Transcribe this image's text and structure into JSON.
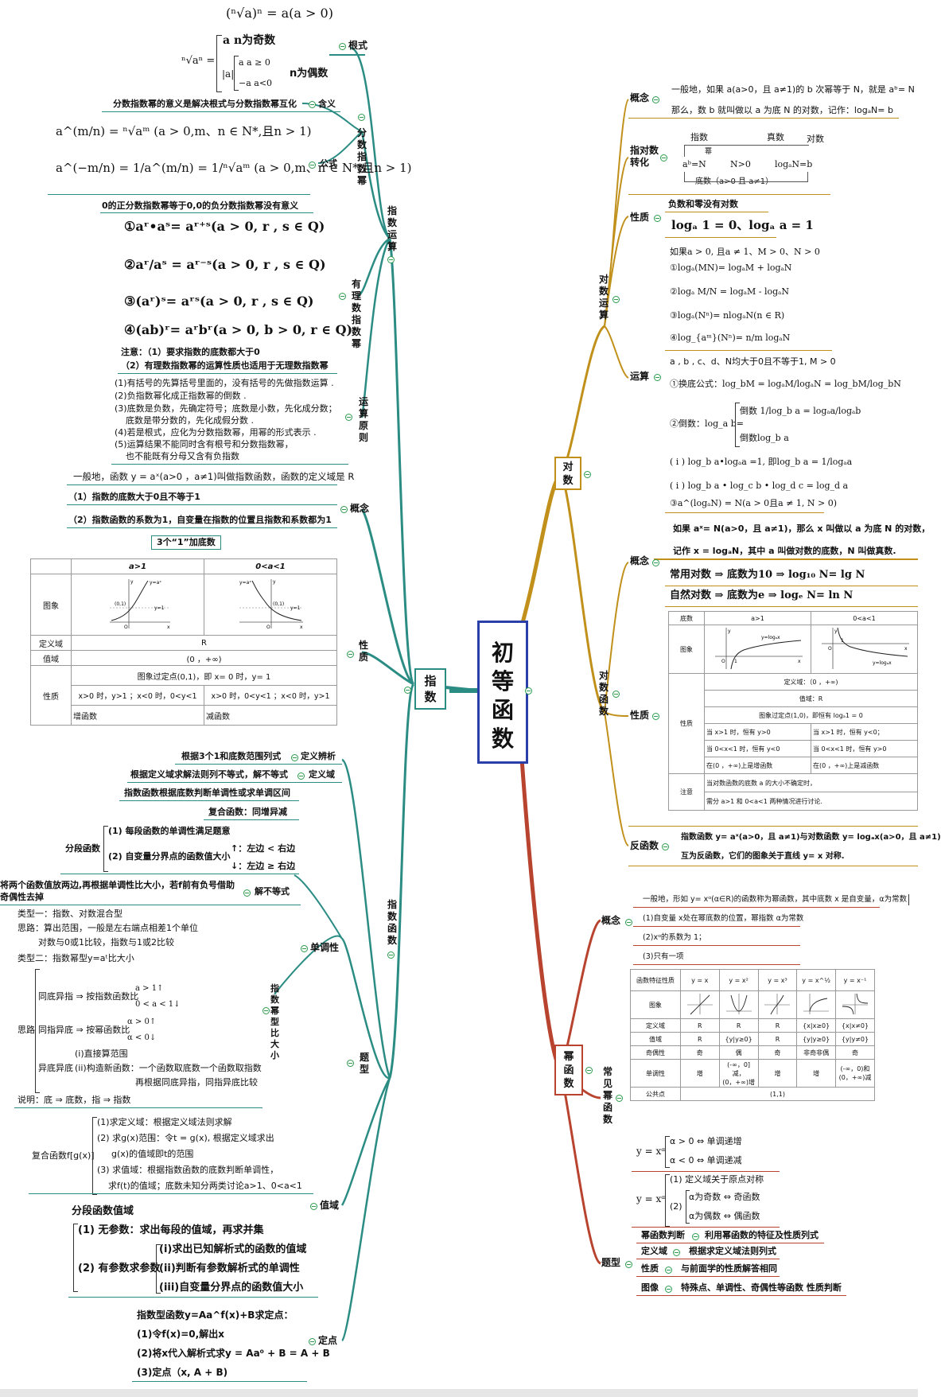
{
  "root": {
    "title": "初等函数"
  },
  "branches": {
    "zhishu": "指数",
    "duishu": "对数",
    "mihanshu": "幂函数"
  },
  "colors": {
    "teal": "#2b8c83",
    "gold": "#c0901a",
    "red": "#b8432e",
    "root_border": "#2b3fa8",
    "dot": "#2e9b4e"
  },
  "zhishu_yunsuan": {
    "label": "指数运算",
    "genshi": {
      "label": "根式",
      "f1": "(ⁿ√a)ⁿ = a(a > 0)",
      "f2_left": "ⁿ√aⁿ =",
      "f2_a": "a   n为奇数",
      "f2_b1": "a   a ≥ 0",
      "f2_b2": "−a   a<0",
      "f2_abs": "|a|",
      "f2_even": "n为偶数"
    },
    "fenshu": {
      "label": "分数指数幂",
      "hanyi_label": "含义",
      "hanyi": "分数指数幂的意义是解决根式与分数指数幂互化",
      "gongshi_label": "公式",
      "g1": "a^(m/n) = ⁿ√aᵐ (a > 0,m、n ∈ N*,且n > 1)",
      "g2": "a^(−m/n) = 1/a^(m/n) = 1/ⁿ√aᵐ (a > 0,m、n ∈ N*,且n > 1)",
      "note": "0的正分数指数幂等于0,0的负分数指数幂没有意义"
    },
    "youli": {
      "label": "有理数指数幂",
      "r1": "①aʳ•aˢ= aʳ⁺ˢ(a > 0, r , s ∈ Q)",
      "r2": "②aʳ/aˢ = aʳ⁻ˢ(a > 0, r , s ∈ Q)",
      "r3": "③(aʳ)ˢ= aʳˢ(a > 0, r , s ∈ Q)",
      "r4": "④(ab)ʳ= aʳbʳ(a > 0, b > 0, r ∈ Q)",
      "n1": "注意：（1）要求指数的底数都大于0",
      "n2": "（2）有理数指数幂的运算性质也适用于无理数指数幂"
    },
    "yuanze": {
      "label": "运算原则",
      "p1": "(1)有括号的先算括号里面的，没有括号的先做指数运算 .",
      "p2": "(2)负指数幂化成正指数幂的倒数 .",
      "p3": "(3)底数是负数，先确定符号；底数是小数，先化成分数；",
      "p3b": "底数是带分数的，先化成假分数 .",
      "p4": "(4)若是根式，应化为分数指数幂，用幂的形式表示 .",
      "p5": "(5)运算结果不能同时含有根号和分数指数幂，",
      "p5b": "也不能既有分母又含有负指数"
    }
  },
  "zhishu_hanshu": {
    "gainian": {
      "label": "概念",
      "c1": "一般地，函数 y = aˣ(a>0 ，a≠1)叫做指数函数，函数的定义域是 R",
      "c2": "（1）指数的底数大于0且不等于1",
      "c3": "（2）指数函数的系数为1，自变量在指数的位置且指数和系数都为1",
      "c4": "3个“1”加底数"
    },
    "xingzhi": {
      "label": "性质",
      "h1": "a>1",
      "h2": "0<a<1",
      "row_tu": "图象",
      "row_dy": "定义域",
      "row_zy": "值域",
      "row_xz": "性质",
      "dy": "R",
      "zy": "(0 ，+∞)",
      "xz1": "图象过定点(0,1)，即 x= 0 时，y= 1",
      "xz2a": "x>0 时，y>1 ；x<0 时，0<y<1",
      "xz2b": "x>0 时，0<y<1 ；x<0 时，y>1",
      "xz3a": "增函数",
      "xz3b": "减函数",
      "g_y": "y",
      "g_x": "x",
      "g_o": "O",
      "g_01": "(0,1)",
      "g_y1": "y=1",
      "g_yax": "y=aˣ",
      "g_1": "1"
    }
  },
  "zhishu_tixing": {
    "label_a": "指数函数",
    "label_b": "题型",
    "dingyi_bianxi": {
      "label": "定义辨析",
      "text": "根据3个1和底数范围列式"
    },
    "dingyiyu": {
      "label": "定义域",
      "text": "根据定义域求解法则列不等式，解不等式"
    },
    "dandiao": {
      "label": "单调性",
      "t1": "指数函数根据底数判断单调性或求单调区间",
      "t2": "复合函数：同增异减",
      "fd": "分段函数",
      "fd1": "(1) 每段函数的单调性满足题意",
      "fd2": "(2) 自变量分界点的函数值大小",
      "fd2a": "↑：左边 < 右边",
      "fd2b": "↓：左边 ≥ 右边",
      "bdx_label": "解不等式",
      "bdx1": "将两个函数值放两边,再根据单调性比大小，若f前有负号借助",
      "bdx2": "奇偶性去掉",
      "bj_label": "指数幂型比大小",
      "lx1": "类型一：指数、对数混合型",
      "sl1": "思路：算出范围，一般是左右端点相差1个单位",
      "sl1b": "对数与0或1比较，指数与1或2比较",
      "lx2": "类型二：指数幂型y=aᵗ比大小",
      "tdyz": "同底异指 ⇒ 按指数函数比",
      "tdyz_a": "a > 1↑",
      "tdyz_b": "0 < a < 1↓",
      "silu": "思路",
      "tzyd": "同指异底 ⇒ 按幂函数比",
      "tzyd_a": "α > 0↑",
      "tzyd_b": "α < 0↓",
      "ydyz": "异底异底",
      "ydyz1": "(i)直接算范围",
      "ydyz2": "(ii)构造新函数：一个函数取底数一个函数取指数",
      "ydyz3": "再根据同底异指，同指异底比较",
      "shuoming": "说明：底 ⇒ 底数，指 ⇒ 指数"
    },
    "zhiyu": {
      "label": "值域",
      "fh": "复合函数f[g(x)]",
      "fh1": "(1)求定义域：根据定义域法则求解",
      "fh2": "(2) 求g(x)范围：令t = g(x), 根据定义域求出",
      "fh2b": "g(x)的值域即t的范围",
      "fh3": "(3) 求值域：根据指数函数的底数判断单调性，",
      "fh3b": "求f(t)的值域；底数未知分两类讨论a>1、0<a<1",
      "fd": "分段函数值域",
      "fd1": "(1) 无参数：求出每段的值域，再求并集",
      "fd2": "(2) 有参数求参数",
      "fd2a": "(i)求出已知解析式的函数的值域",
      "fd2b": "(ii)判断有参数解析式的单调性",
      "fd2c": "(iii)自变量分界点的函数值大小"
    },
    "dingdian": {
      "label": "定点",
      "d0": "指数型函数y=Aa^f(x)+B求定点：",
      "d1": "(1)令f(x)=0,解出x",
      "d2": "(2)将x代入解析式求y = Aa⁰ + B = A + B",
      "d3": "(3)定点（x, A + B)"
    }
  },
  "duishu_yunsuan": {
    "label": "对数运算",
    "gainian": {
      "label": "概念",
      "c1": "一般地，如果 a(a>0，且 a≠1)的 b 次幂等于 N，就是 aᵇ= N",
      "c2": "那么，数 b 就叫做以 a 为底 N 的对数，记作：logₐN= b"
    },
    "zhuanhua": {
      "label": "指对数转化",
      "zs": "指数",
      "zs2": "真数",
      "ds": "对数",
      "mi": "幂",
      "e1": "aᵇ=N",
      "e2": "N>0",
      "e3": "logₐN=b",
      "ds2": "底数（a>0 且 a≠1）"
    },
    "xingzhi": {
      "label": "性质",
      "x1": "负数和零没有对数",
      "x2": "logₐ 1 = 0、logₐ a = 1"
    },
    "yunsuan": {
      "label": "运算",
      "y0": "如果a > 0, 且a ≠ 1、M > 0、N > 0",
      "y1": "①logₐ(MN)= logₐM + logₐN",
      "y2": "②logₐ M/N = logₐM - logₐN",
      "y3": "③logₐ(Nⁿ)= nlogₐN(n ∈ R)",
      "y4": "④log_{aᵐ}(Nⁿ)= n/m logₐN",
      "y5": "a , b , c、d、N均大于0且不等于1, M > 0",
      "y6": "①换底公式：log_bM = logₐM/logₐN = log_bM/log_bN",
      "y7a": "②倒数：log_a b=",
      "y7b": "倒数 1/log_b a = logₐa/logₐb",
      "y7c": "倒数log_b a",
      "y8": "( i ) log_b a•logₐa =1, 即log_b a = 1/logₐa",
      "y9": "( i ) log_b a • log_c b • log_d c = log_d a",
      "y10": "③a^(logₐN) = N(a > 0且a ≠ 1, N > 0)"
    }
  },
  "duishu_hanshu": {
    "label": "对数函数",
    "gainian": {
      "label": "概念",
      "c1": "如果 aˣ= N(a>0，且 a≠1)，那么 x 叫做以 a 为底 N 的对数，",
      "c2": "记作 x = logₐN，其中 a 叫做对数的底数，N 叫做真数.",
      "c3": "常用对数 ⇒ 底数为10 ⇒ log₁₀ N= lg N",
      "c4": "自然对数 ⇒ 底数为e ⇒ logₑ N= ln N"
    },
    "xingzhi": {
      "label": "性质",
      "h0": "底数",
      "h1": "a>1",
      "h2": "0<a<1",
      "tu": "图象",
      "r1": "定义域：（0 ，+∞)",
      "r2": "值域：R",
      "r3": "图象过定点(1,0)，即恒有 logₐ1 = 0",
      "xz": "性质",
      "a1": "当 x>1 时，恒有 y>0",
      "a2": "当 0<x<1 时，恒有 y<0",
      "a3": "在(0 ，+∞)上是增函数",
      "b1": "当 x>1 时，恒有 y<0；",
      "b2": "当 0<x<1 时，恒有 y>0",
      "b3": "在(0 ，+∞)上是减函数",
      "zy": "注意",
      "z1": "当对数函数的底数 a 的大小不确定时，",
      "z2": "需分 a>1 和 0<a<1 两种情况进行讨论.",
      "g_log1": "y=logₐx",
      "g_log2": "y=logₐx",
      "g_1": "1",
      "g_o": "O",
      "g_x": "x",
      "g_y": "y"
    },
    "fanhanshu": {
      "label": "反函数",
      "f1": "指数函数 y= aˣ(a>0，且 a≠1)与对数函数 y= logₐx(a>0，且 a≠1)",
      "f2": "互为反函数，它们的图象关于直线 y= x 对称."
    }
  },
  "mihanshu": {
    "gainian": {
      "label": "概念",
      "c1": "一般地，形如 y= xᵅ(α∈R)的函数称为幂函数，其中底数 x 是自变量，α为常数",
      "c2": "(1)自变量 x处在幂底数的位置，幂指数 α为常数",
      "c3": "(2)xᵅ的系数为 1；",
      "c4": "(3)只有一项"
    },
    "changjian": {
      "label": "常见幂函数",
      "head": [
        "函数特征性质",
        "y = x",
        "y = x²",
        "y = x³",
        "y = x^½",
        "y = x⁻¹"
      ],
      "rows": [
        [
          "图象",
          "",
          "",
          "",
          "",
          ""
        ],
        [
          "定义域",
          "R",
          "R",
          "R",
          "{x|x≥0}",
          "{x|x≠0}"
        ],
        [
          "值域",
          "R",
          "{y|y≥0}",
          "R",
          "{y|y≥0}",
          "{y|y≠0}"
        ],
        [
          "奇偶性",
          "奇",
          "偶",
          "奇",
          "非奇非偶",
          "奇"
        ],
        [
          "单调性",
          "增",
          "(-∞，0]减，(0，+∞)增",
          "增",
          "增",
          "(-∞，0)和(0，+∞)减"
        ],
        [
          "公共点",
          "(1,1)",
          "",
          "",
          "",
          ""
        ]
      ],
      "u0": "y = xᵅ",
      "u1": "α > 0 ⇔ 单调递增",
      "u2": "α < 0 ⇔ 单调递减",
      "v0": "y = xᵅ",
      "v1": "(1) 定义域关于原点对称",
      "v2": "(2)",
      "v3": "α为奇数 ⇔ 奇函数",
      "v4": "α为偶数 ⇔ 偶函数"
    },
    "tixing": {
      "label": "题型",
      "t1l": "幂函数判断",
      "t1": "利用幂函数的特征及性质列式",
      "t2l": "定义域",
      "t2": "根据求定义域法则列式",
      "t3l": "性质",
      "t3": "与前面学的性质解答相同",
      "t4l": "图像",
      "t4": "特殊点、单调性、奇偶性等函数 性质判断"
    }
  }
}
